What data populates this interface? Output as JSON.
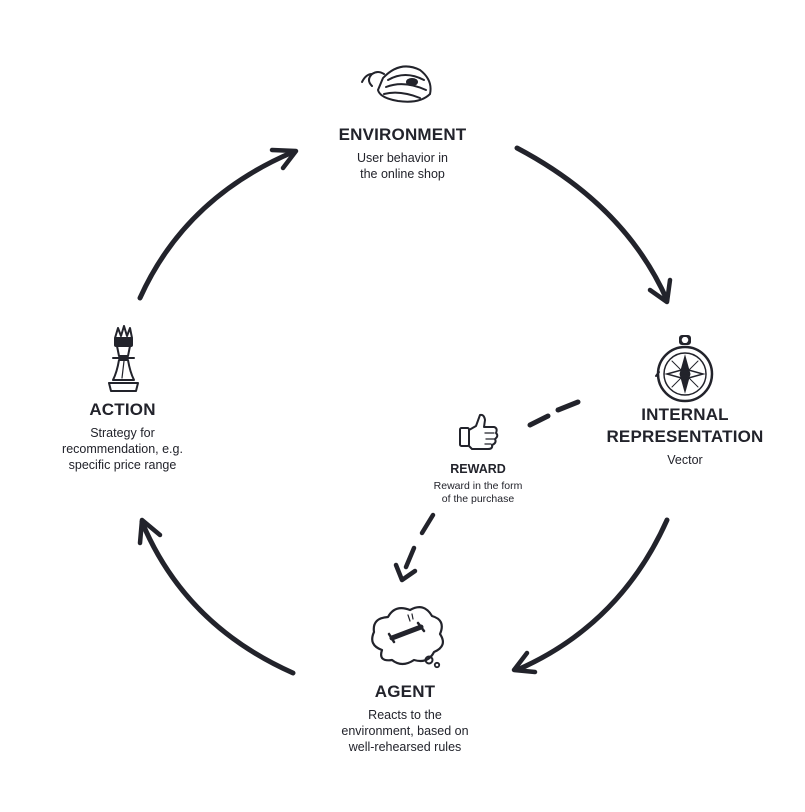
{
  "nodes": {
    "environment": {
      "title": "ENVIRONMENT",
      "desc_lines": [
        "User behavior in",
        "the online shop"
      ],
      "icon": "mouse-icon"
    },
    "internal": {
      "title_lines": [
        "INTERNAL",
        "REPRESENTATION"
      ],
      "desc": "Vector",
      "icon": "compass-icon"
    },
    "agent": {
      "title": "AGENT",
      "desc_lines": [
        "Reacts to the",
        "environment, based on",
        "well-rehearsed rules"
      ],
      "icon": "thought-cloud-icon"
    },
    "action": {
      "title": "ACTION",
      "desc_lines": [
        "Strategy for",
        "recommendation, e.g.",
        "specific price range"
      ],
      "icon": "chess-queen-icon"
    },
    "reward": {
      "title": "REWARD",
      "desc_lines": [
        "Reward in the form",
        "of the purchase"
      ],
      "icon": "thumbs-up-icon"
    }
  },
  "colors": {
    "ink": "#22232b",
    "background": "#ffffff"
  }
}
